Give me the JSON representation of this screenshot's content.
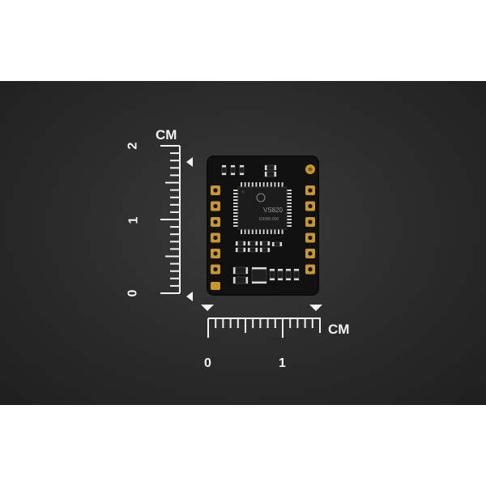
{
  "vertical_ruler": {
    "unit": "CM",
    "labels": [
      "2",
      "1",
      "0"
    ]
  },
  "horizontal_ruler": {
    "unit": "CM",
    "labels": [
      "0",
      "1"
    ]
  },
  "board": {
    "chip_line1": "VS820",
    "chip_line2": "D3980.000"
  },
  "colors": {
    "background": "#2b2b2b",
    "pcb": "#121212",
    "pad": "#c8962a",
    "ruler": "#f2f2f2"
  }
}
